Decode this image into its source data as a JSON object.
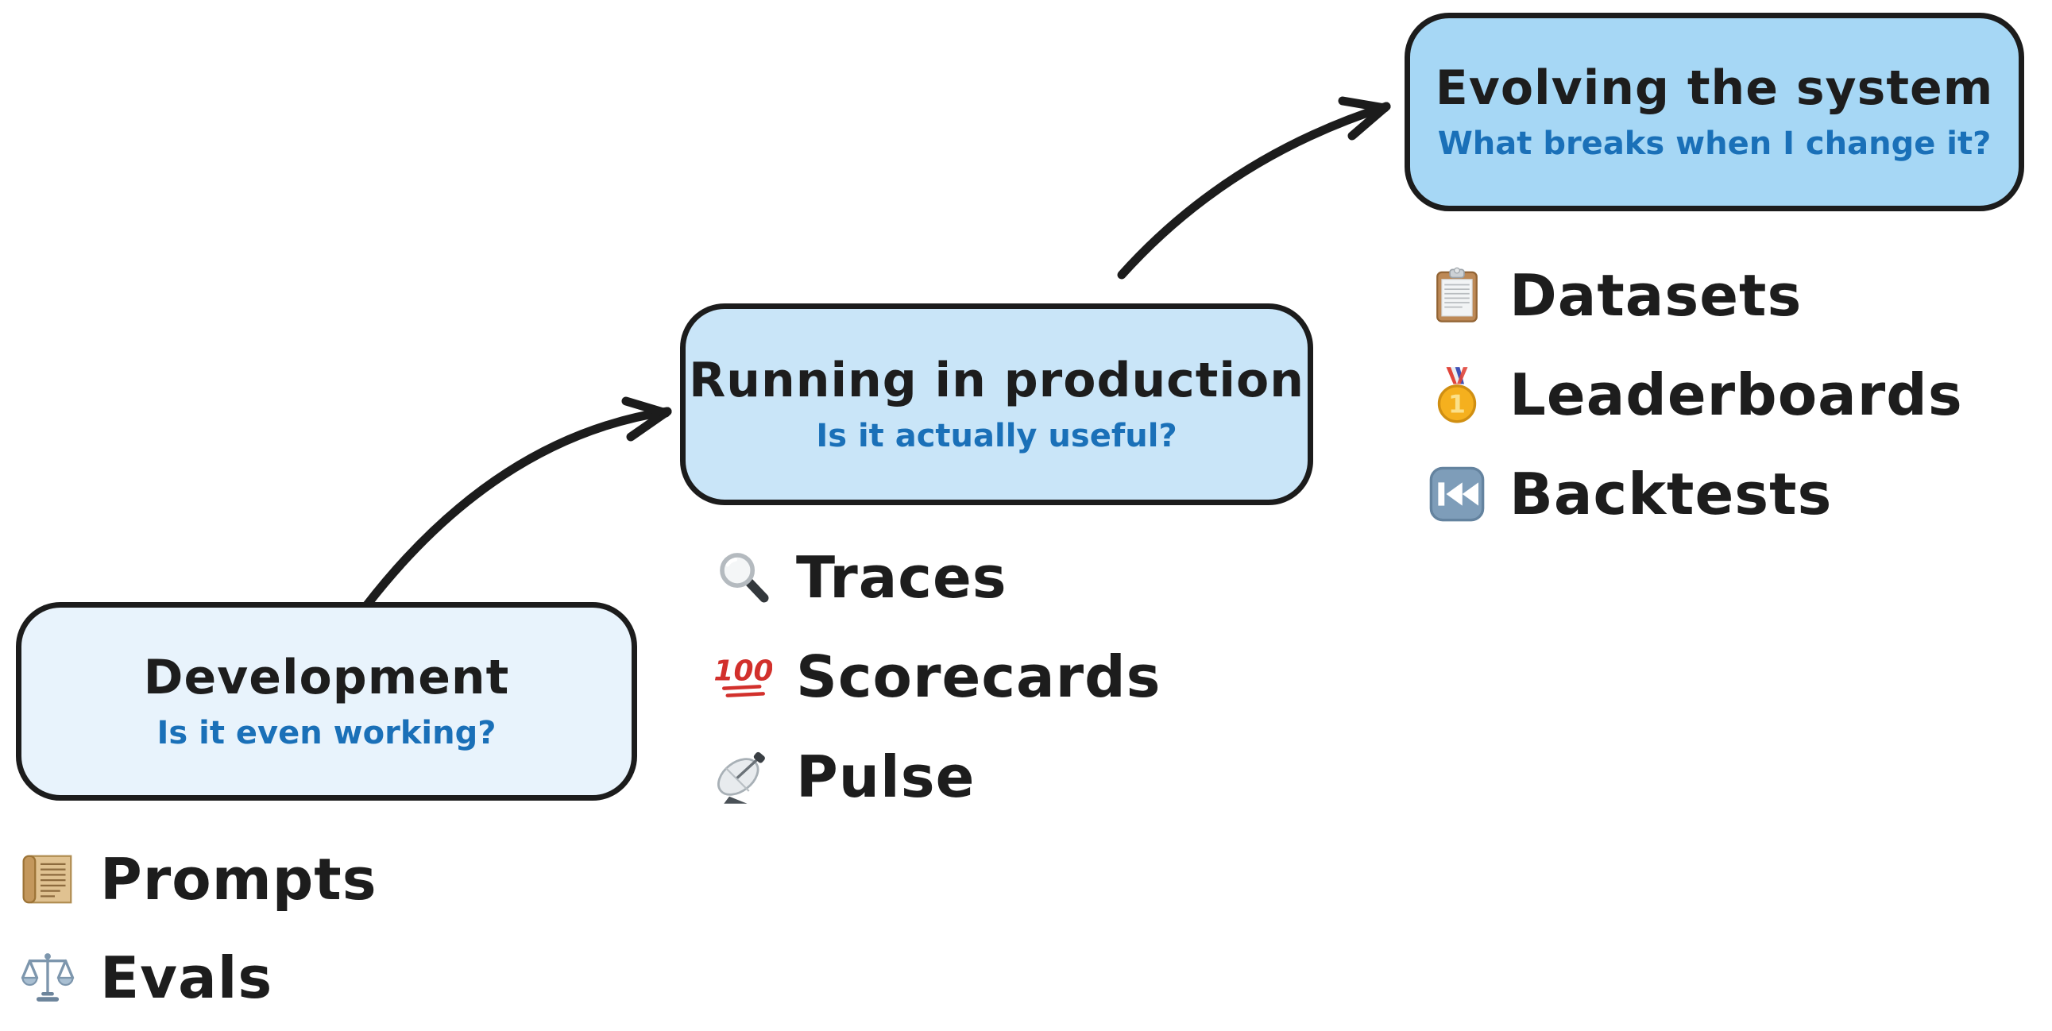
{
  "colors": {
    "canvas_bg": "#ffffff",
    "box_border": "#1c1c1c",
    "title_color": "#1d1d1d",
    "subtitle_color": "#1a70b8",
    "arrow_color": "#1c1c1c",
    "stage1_fill": "#e8f3fc",
    "stage2_fill": "#c9e5f8",
    "stage3_fill": "#a6d7f5"
  },
  "stages": [
    {
      "title": "Development",
      "subtitle": "Is it even working?",
      "items": [
        {
          "icon": "scroll-icon",
          "label": "Prompts"
        },
        {
          "icon": "balance-scale-icon",
          "label": "Evals"
        }
      ]
    },
    {
      "title": "Running in production",
      "subtitle": "Is it actually useful?",
      "items": [
        {
          "icon": "magnifying-glass-icon",
          "label": "Traces"
        },
        {
          "icon": "hundred-points-icon",
          "label": "Scorecards"
        },
        {
          "icon": "satellite-dish-icon",
          "label": "Pulse"
        }
      ]
    },
    {
      "title": "Evolving the system",
      "subtitle": "What breaks when I change it?",
      "items": [
        {
          "icon": "clipboard-icon",
          "label": "Datasets"
        },
        {
          "icon": "first-place-medal-icon",
          "label": "Leaderboards"
        },
        {
          "icon": "skip-back-icon",
          "label": "Backtests"
        }
      ]
    }
  ],
  "arrows": [
    {
      "from": "Development",
      "to": "Running in production"
    },
    {
      "from": "Running in production",
      "to": "Evolving the system"
    }
  ]
}
